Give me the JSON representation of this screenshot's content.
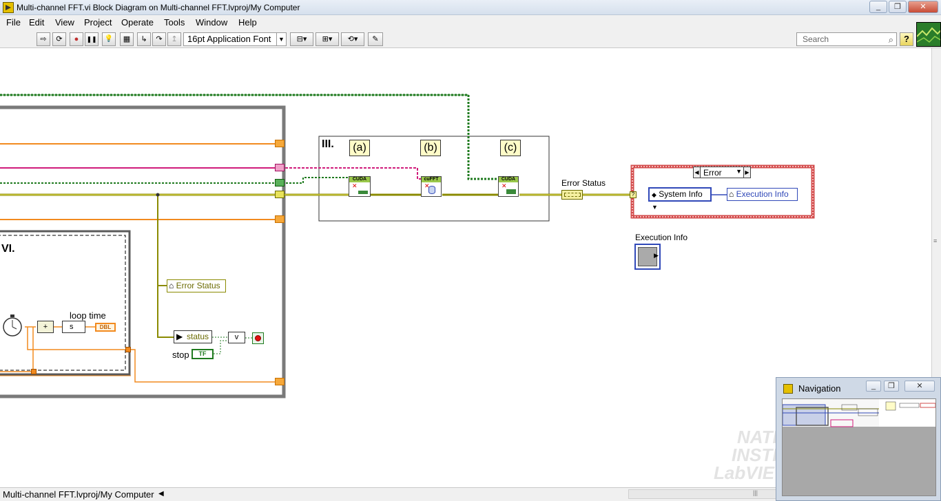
{
  "window": {
    "title": "Multi-channel FFT.vi Block Diagram on Multi-channel FFT.lvproj/My Computer",
    "minimize": "_",
    "restore": "❐",
    "close": "✕"
  },
  "menu": [
    "File",
    "Edit",
    "View",
    "Project",
    "Operate",
    "Tools",
    "Window",
    "Help"
  ],
  "toolbar": {
    "font": "16pt Application Font",
    "search_placeholder": "Search",
    "help": "?",
    "run": "⇨",
    "run_continuous": "⟳",
    "abort": "●",
    "pause": "❚❚",
    "highlight": "💡",
    "retain": "▦",
    "step_into": "↳",
    "step_over": "↷",
    "step_out": "↥",
    "align": "⊟▾",
    "distribute": "⊞▾",
    "reorder": "⟲▾",
    "cleanup": "✎"
  },
  "diagram": {
    "frame_labels": [
      "III.",
      "VI."
    ],
    "subvi_labels": [
      "(a)",
      "(b)",
      "(c)"
    ],
    "node_cuda": "CUDA",
    "node_cufft": "cuFFT",
    "error_status_label": "Error Status",
    "error_status_local": "Error Status",
    "status_label": "status",
    "stop_label": "stop",
    "loop_time_label": "loop time",
    "loop_time_type": "DBL",
    "bool_type": "TF",
    "case_selector": "Error",
    "system_info": "System Info",
    "execution_info_local": "Execution Info",
    "execution_info_label": "Execution Info",
    "add_symbol": "+",
    "seconds_symbol": "s",
    "or_symbol": "v",
    "wire_colors": {
      "error_cluster": "#8a8a00",
      "orange_dbl": "#f28a1e",
      "pink_string": "#d01a7a",
      "green_bool": "#1e7a1e",
      "blue_cluster": "#3048b8"
    }
  },
  "navigation": {
    "title": "Navigation"
  },
  "watermark": {
    "line1": "NATIONAL",
    "line2": "INSTRUMENTS",
    "line3": "LabVIEW"
  },
  "status": {
    "path": "Multi-channel FFT.lvproj/My Computer"
  }
}
